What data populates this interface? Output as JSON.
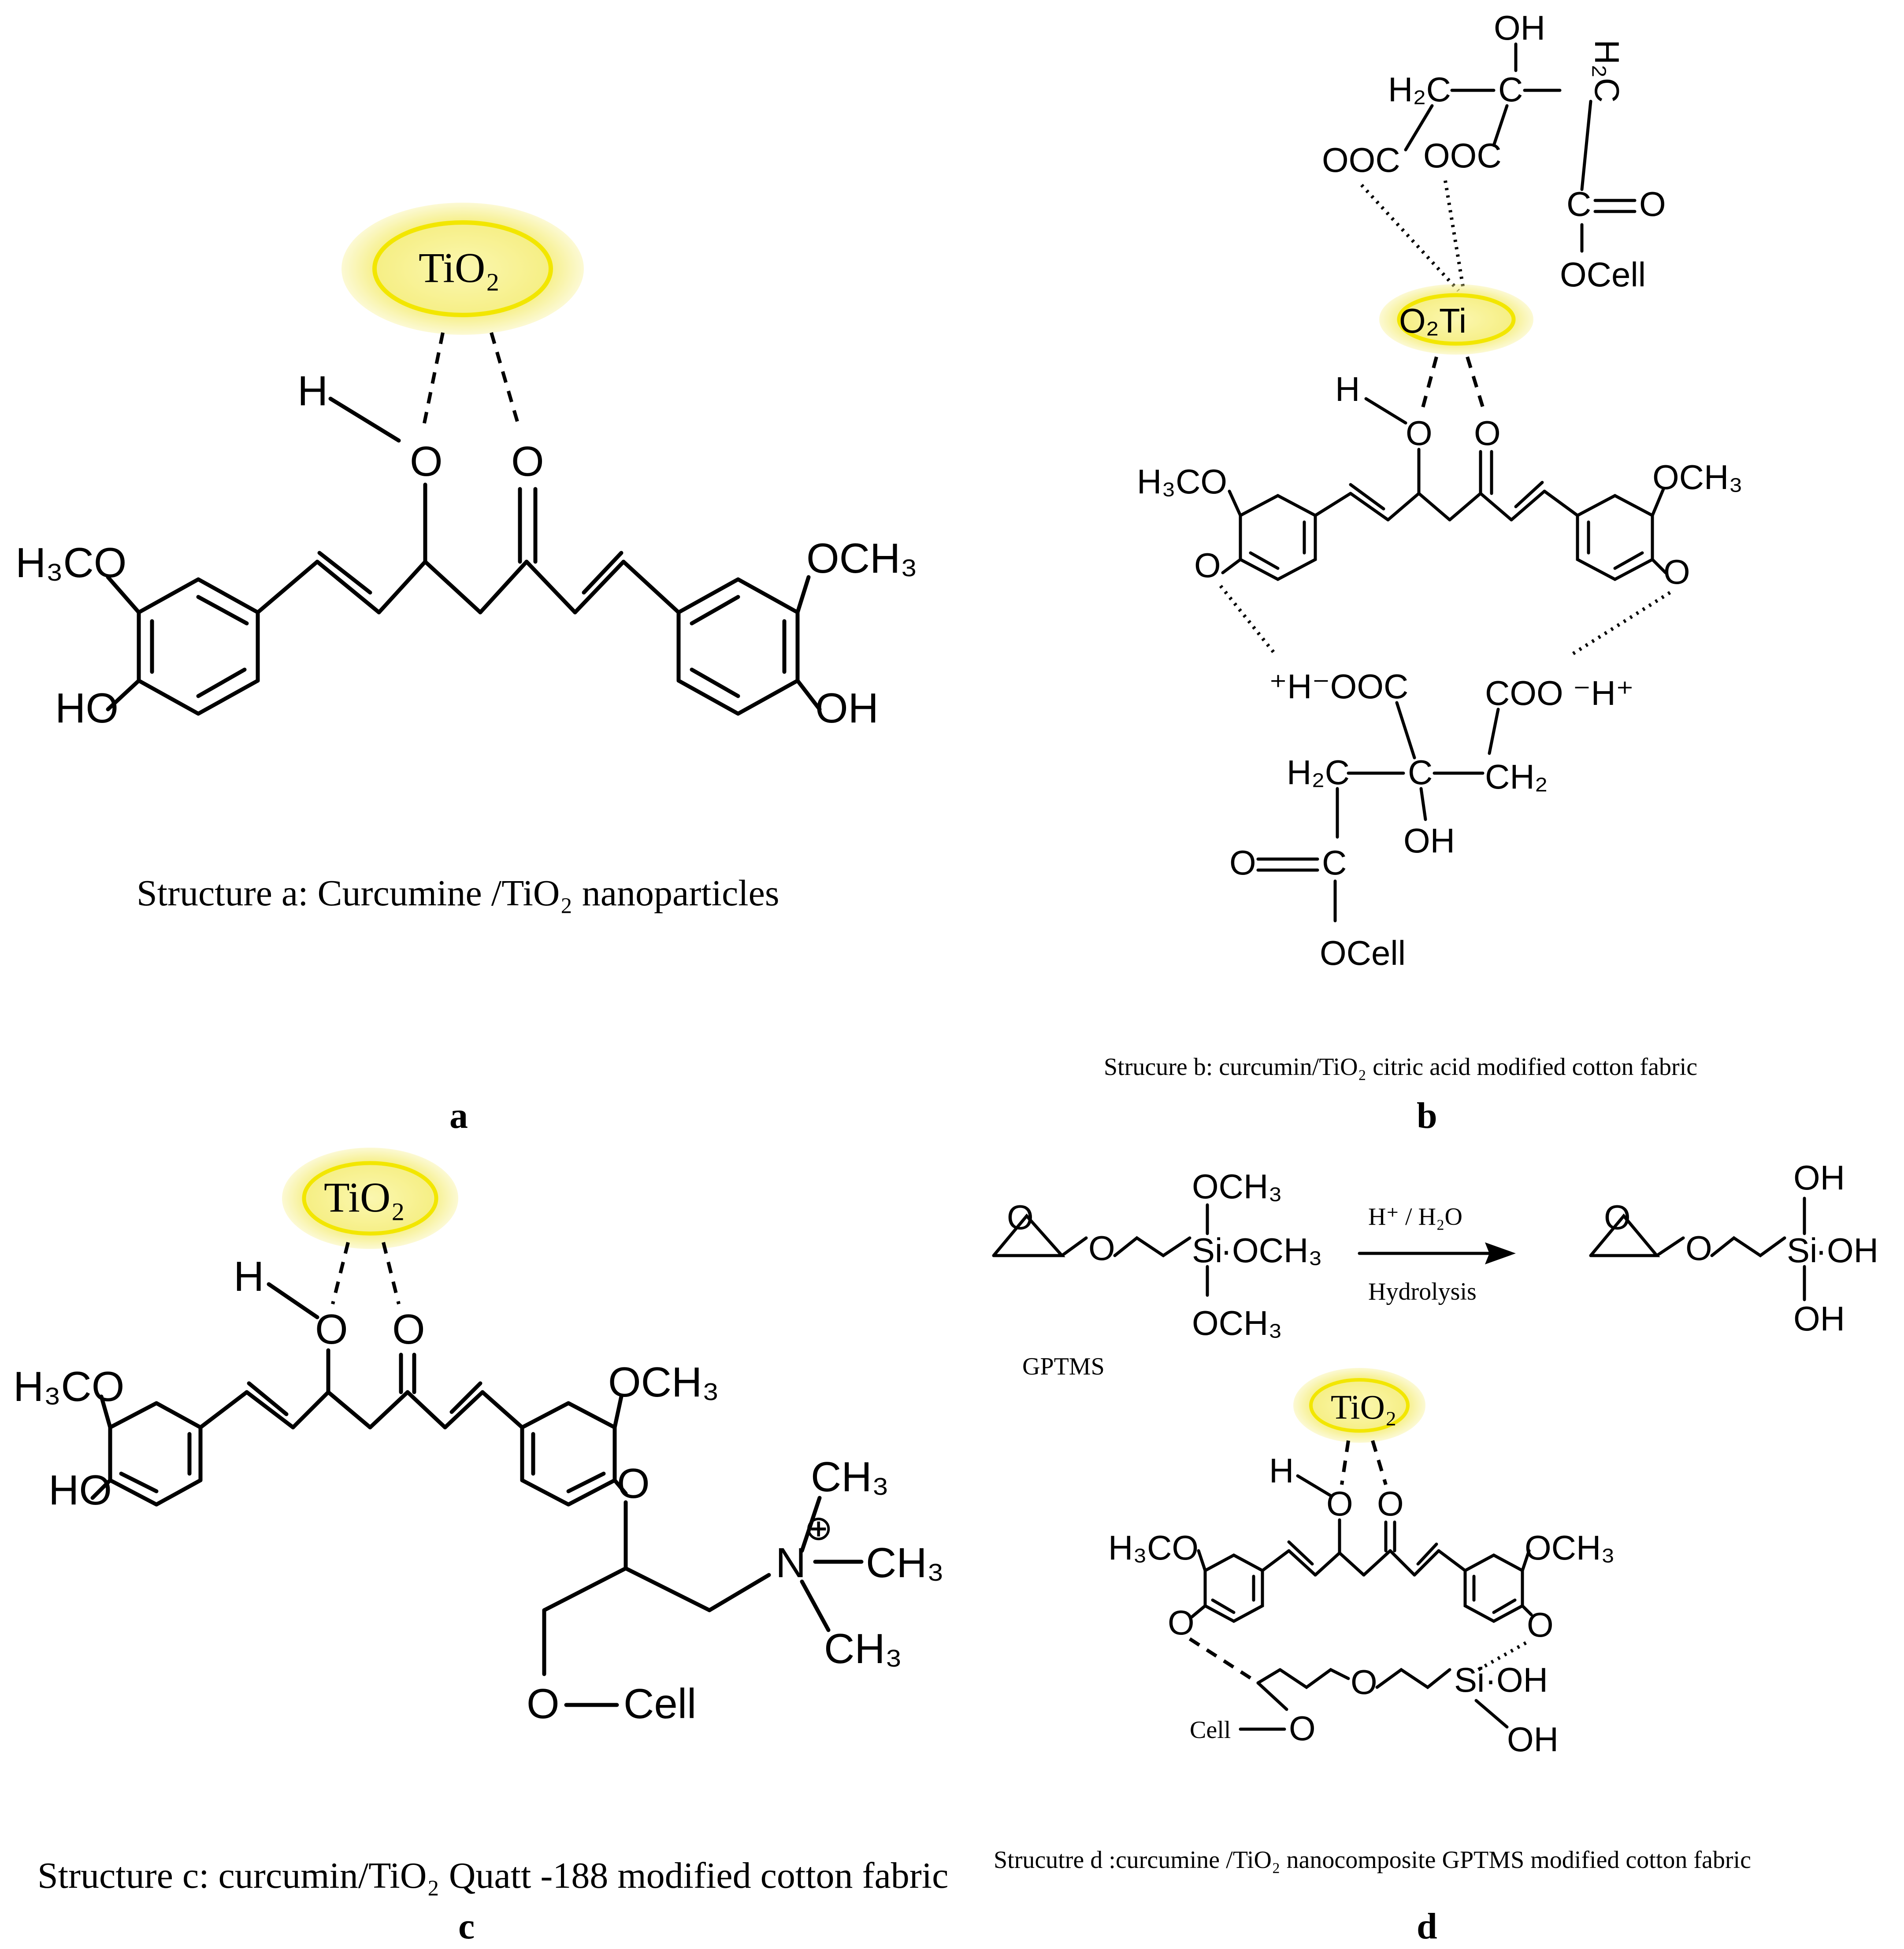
{
  "panels": {
    "a": {
      "tio2_label": "TiO₂",
      "h": "H",
      "o_hydroxyl": "O",
      "o_carbonyl": "O",
      "left_methoxy": "H₃CO",
      "left_hydroxy": "HO",
      "right_methoxy": "OCH₃",
      "right_hydroxy": "OH",
      "caption": "Structure a: Curcumine /TiO₂ nanoparticles",
      "panel_label": "a"
    },
    "b": {
      "top_oh": "OH",
      "top_h2c_left": "H₂C",
      "top_c": "C",
      "top_h2c_right": "H₂C",
      "top_ooc_1": "OOC",
      "top_ooc_2": "OOC",
      "top_carbonyl_c": "C",
      "top_carbonyl_o": "O",
      "top_ocell": "OCell",
      "o2ti_label": "O₂Ti",
      "h": "H",
      "o_hydroxyl": "O",
      "o_carbonyl": "O",
      "left_methoxy": "H₃CO",
      "right_methoxy": "OCH₃",
      "left_o": "O",
      "right_o": "O",
      "bottom_left_h": "⁺H⁻OOC",
      "bottom_right_coo": "COO ⁻H⁺",
      "bottom_h2c": "H₂C",
      "bottom_c": "C",
      "bottom_ch2": "CH₂",
      "bottom_oh": "OH",
      "bottom_carbonyl_o": "O",
      "bottom_carbonyl_c": "C",
      "bottom_ocell": "OCell",
      "caption": "Strucure b: curcumin/TiO₂ citric acid modified cotton fabric",
      "panel_label": "b"
    },
    "c": {
      "tio2_label": "TiO₂",
      "h": "H",
      "o_hydroxyl": "O",
      "o_carbonyl": "O",
      "left_methoxy": "H₃CO",
      "left_hydroxy": "HO",
      "right_methoxy": "OCH₃",
      "ether_o": "O",
      "n": "N",
      "plus": "⊕",
      "ch3_top": "CH₃",
      "ch3_mid": "CH₃",
      "ch3_bot": "CH₃",
      "o_cell_o": "O",
      "o_cell": "Cell",
      "caption": "Structure c: curcumin/TiO₂ Quatt -188 modified cotton fabric",
      "panel_label": "c"
    },
    "d": {
      "epoxide_o_1": "O",
      "chain_o_1": "O",
      "si_1": "Si",
      "och3_top": "OCH₃",
      "och3_mid": "·OCH₃",
      "och3_bot": "OCH₃",
      "gptms": "GPTMS",
      "reagent": "H⁺ / H₂O",
      "hydrolysis": "Hydrolysis",
      "epoxide_o_2": "O",
      "chain_o_2": "O",
      "si_2": "Si",
      "oh_top": "OH",
      "oh_mid": "·OH",
      "oh_bot": "OH",
      "tio2_label": "TiO₂",
      "h": "H",
      "o_hydroxyl": "O",
      "o_carbonyl": "O",
      "left_methoxy": "H₃CO",
      "right_methoxy": "OCH₃",
      "left_o": "O",
      "right_o": "O",
      "bridge_o": "O",
      "si_3": "Si",
      "si_oh_1": "·OH",
      "si_oh_2": "OH",
      "cell": "Cell",
      "cell_o": "O",
      "caption": "Strucutre d :curcumine /TiO₂ nanocomposite GPTMS modified cotton fabric",
      "panel_label": "d"
    }
  }
}
